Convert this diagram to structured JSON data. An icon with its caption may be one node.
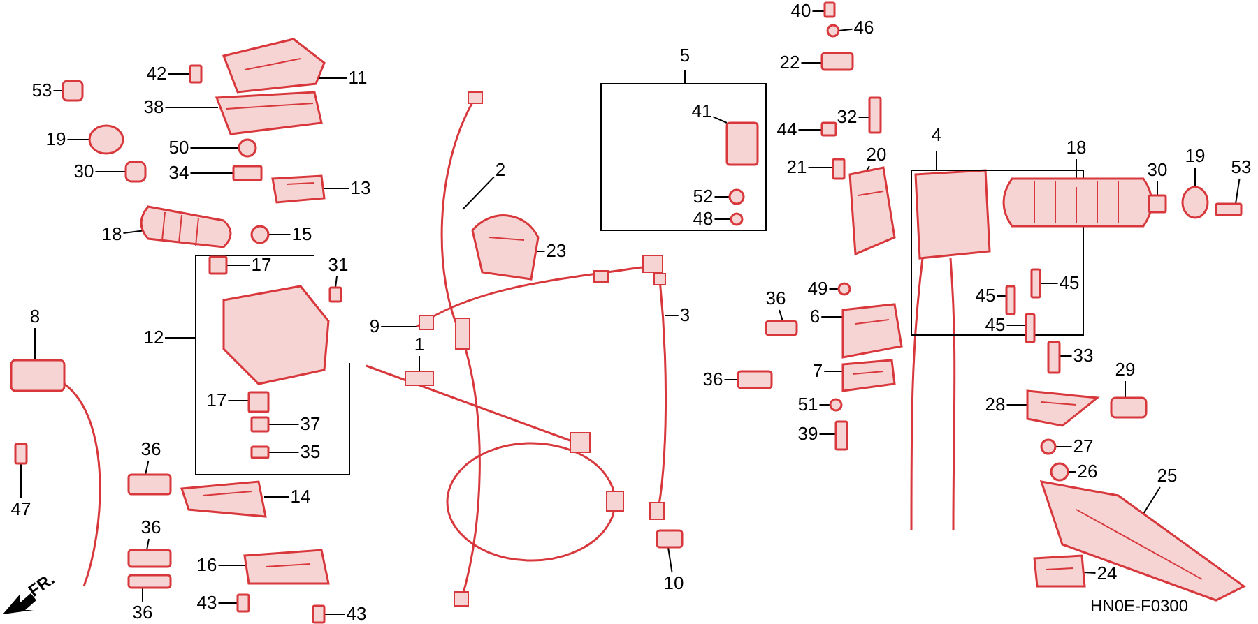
{
  "diagram": {
    "nodes": [
      {
        "text": [
          "42"
        ]
      },
      {
        "text": [
          "11"
        ]
      },
      {
        "text": [
          "53"
        ]
      },
      {
        "text": [
          "38"
        ]
      },
      {
        "text": [
          "19"
        ]
      },
      {
        "text": [
          "50"
        ]
      },
      {
        "text": [
          "30"
        ]
      },
      {
        "text": [
          "34"
        ]
      },
      {
        "text": [
          "13"
        ]
      },
      {
        "text": [
          "18"
        ]
      },
      {
        "text": [
          "15"
        ]
      },
      {
        "text": [
          "17"
        ]
      },
      {
        "text": [
          "31"
        ]
      },
      {
        "text": [
          "12"
        ]
      },
      {
        "text": [
          "17"
        ]
      },
      {
        "text": [
          "37"
        ]
      },
      {
        "text": [
          "35"
        ]
      },
      {
        "text": [
          "8"
        ]
      },
      {
        "text": [
          "47"
        ]
      },
      {
        "text": [
          "36"
        ]
      },
      {
        "text": [
          "14"
        ]
      },
      {
        "text": [
          "36"
        ]
      },
      {
        "text": [
          "36"
        ]
      },
      {
        "text": [
          "16"
        ]
      },
      {
        "text": [
          "43"
        ]
      },
      {
        "text": [
          "43"
        ]
      },
      {
        "text": [
          "2"
        ]
      },
      {
        "text": [
          "23"
        ]
      },
      {
        "text": [
          "1"
        ]
      },
      {
        "text": [
          "9"
        ]
      },
      {
        "text": [
          "3"
        ]
      },
      {
        "text": [
          "10"
        ]
      },
      {
        "text": [
          "5"
        ]
      },
      {
        "text": [
          "41"
        ]
      },
      {
        "text": [
          "52"
        ]
      },
      {
        "text": [
          "48"
        ]
      },
      {
        "text": [
          "40"
        ]
      },
      {
        "text": [
          "46"
        ]
      },
      {
        "text": [
          "22"
        ]
      },
      {
        "text": [
          "32"
        ]
      },
      {
        "text": [
          "44"
        ]
      },
      {
        "text": [
          "20"
        ]
      },
      {
        "text": [
          "21"
        ]
      },
      {
        "text": [
          "4"
        ]
      },
      {
        "text": [
          "18"
        ]
      },
      {
        "text": [
          "19"
        ]
      },
      {
        "text": [
          "30"
        ]
      },
      {
        "text": [
          "53"
        ]
      },
      {
        "text": [
          "49"
        ]
      },
      {
        "text": [
          "36"
        ]
      },
      {
        "text": [
          "6"
        ]
      },
      {
        "text": [
          "45"
        ]
      },
      {
        "text": [
          "45"
        ]
      },
      {
        "text": [
          "45"
        ]
      },
      {
        "text": [
          "7"
        ]
      },
      {
        "text": [
          "36"
        ]
      },
      {
        "text": [
          "33"
        ]
      },
      {
        "text": [
          "29"
        ]
      },
      {
        "text": [
          "51"
        ]
      },
      {
        "text": [
          "39"
        ]
      },
      {
        "text": [
          "28"
        ]
      },
      {
        "text": [
          "27"
        ]
      },
      {
        "text": [
          "26"
        ]
      },
      {
        "text": [
          "25"
        ]
      },
      {
        "text": [
          "24"
        ]
      },
      {
        "text": [],
        "shape": "box"
      },
      {
        "text": [],
        "shape": "picture"
      },
      {
        "text": [],
        "shape": "box"
      },
      {
        "text": [],
        "shape": "picture"
      },
      {
        "text": [],
        "shape": "circle"
      },
      {
        "text": [],
        "shape": "circle"
      },
      {
        "text": [],
        "shape": "box"
      },
      {
        "text": [],
        "shape": "box"
      },
      {
        "text": [],
        "shape": "picture"
      },
      {
        "text": [],
        "shape": "picture"
      },
      {
        "text": [],
        "shape": "circle"
      },
      {
        "text": [],
        "shape": "box"
      },
      {
        "text": [],
        "shape": "box"
      },
      {
        "text": [],
        "shape": "box"
      },
      {
        "text": [],
        "shape": "box"
      },
      {
        "text": [],
        "shape": "box"
      },
      {
        "text": [],
        "shape": "box"
      },
      {
        "text": [],
        "shape": "box"
      },
      {
        "text": [],
        "shape": "box"
      },
      {
        "text": [],
        "shape": "picture"
      },
      {
        "text": [],
        "shape": "box"
      },
      {
        "text": [],
        "shape": "box"
      },
      {
        "text": [],
        "shape": "picture"
      },
      {
        "text": [],
        "shape": "box"
      },
      {
        "text": [],
        "shape": "box"
      },
      {
        "text": [],
        "shape": "picture"
      },
      {
        "text": [],
        "shape": "picture"
      },
      {
        "text": [],
        "shape": "picture"
      },
      {
        "text": [],
        "shape": "picture"
      },
      {
        "text": [],
        "shape": "picture"
      },
      {
        "text": [],
        "shape": "box"
      },
      {
        "text": [],
        "shape": "box"
      },
      {
        "text": [],
        "shape": "circle"
      },
      {
        "text": [],
        "shape": "circle"
      },
      {
        "text": [],
        "shape": "box"
      },
      {
        "text": [],
        "shape": "circle"
      },
      {
        "text": [],
        "shape": "box"
      },
      {
        "text": [],
        "shape": "box"
      },
      {
        "text": [],
        "shape": "box"
      },
      {
        "text": [],
        "shape": "picture"
      },
      {
        "text": [],
        "shape": "box"
      },
      {
        "text": [],
        "shape": "picture"
      },
      {
        "text": [],
        "shape": "circle"
      },
      {
        "text": [],
        "shape": "box"
      },
      {
        "text": [],
        "shape": "box"
      },
      {
        "text": [],
        "shape": "circle"
      },
      {
        "text": [],
        "shape": "box"
      },
      {
        "text": [],
        "shape": "picture"
      },
      {
        "text": [],
        "shape": "box"
      },
      {
        "text": [],
        "shape": "box"
      },
      {
        "text": [],
        "shape": "box"
      },
      {
        "text": [],
        "shape": "picture"
      },
      {
        "text": [],
        "shape": "box"
      },
      {
        "text": [],
        "shape": "box"
      },
      {
        "text": [],
        "shape": "box"
      },
      {
        "text": [],
        "shape": "circle"
      },
      {
        "text": [],
        "shape": "box"
      },
      {
        "text": [],
        "shape": "picture"
      },
      {
        "text": [],
        "shape": "circle"
      },
      {
        "text": [],
        "shape": "circle"
      },
      {
        "text": [],
        "shape": "picture"
      },
      {
        "text": [],
        "shape": "picture"
      }
    ],
    "edges": [
      {
        "from": 0,
        "to": 65,
        "arrow": "none"
      },
      {
        "from": 1,
        "to": 66,
        "arrow": "none"
      },
      {
        "from": 2,
        "to": 67,
        "arrow": "none"
      },
      {
        "from": 3,
        "to": 68,
        "arrow": "none"
      },
      {
        "from": 4,
        "to": 69,
        "arrow": "none"
      },
      {
        "from": 5,
        "to": 70,
        "arrow": "none"
      },
      {
        "from": 6,
        "to": 71,
        "arrow": "none"
      },
      {
        "from": 7,
        "to": 72,
        "arrow": "none"
      },
      {
        "from": 8,
        "to": 73,
        "arrow": "none"
      },
      {
        "from": 9,
        "to": 74,
        "arrow": "none"
      },
      {
        "from": 10,
        "to": 75,
        "arrow": "none"
      },
      {
        "from": 11,
        "to": 76,
        "arrow": "none"
      },
      {
        "from": 12,
        "to": 77,
        "arrow": "none"
      },
      {
        "from": 14,
        "to": 78,
        "arrow": "none"
      },
      {
        "from": 15,
        "to": 79,
        "arrow": "none"
      },
      {
        "from": 16,
        "to": 80,
        "arrow": "none"
      },
      {
        "from": 17,
        "to": 81,
        "arrow": "none"
      },
      {
        "from": 18,
        "to": 82,
        "arrow": "none"
      },
      {
        "from": 19,
        "to": 83,
        "arrow": "none"
      },
      {
        "from": 20,
        "to": 84,
        "arrow": "none"
      },
      {
        "from": 21,
        "to": 85,
        "arrow": "none"
      },
      {
        "from": 22,
        "to": 86,
        "arrow": "none"
      },
      {
        "from": 23,
        "to": 87,
        "arrow": "none"
      },
      {
        "from": 24,
        "to": 88,
        "arrow": "none"
      },
      {
        "from": 25,
        "to": 89,
        "arrow": "none"
      },
      {
        "from": 26,
        "to": 90,
        "arrow": "none"
      },
      {
        "from": 27,
        "to": 91,
        "arrow": "none"
      },
      {
        "from": 28,
        "to": 92,
        "arrow": "none"
      },
      {
        "from": 29,
        "to": 93,
        "arrow": "none"
      },
      {
        "from": 30,
        "to": 94,
        "arrow": "none"
      },
      {
        "from": 31,
        "to": 95,
        "arrow": "none"
      },
      {
        "from": 33,
        "to": 96,
        "arrow": "none"
      },
      {
        "from": 34,
        "to": 97,
        "arrow": "none"
      },
      {
        "from": 35,
        "to": 98,
        "arrow": "none"
      },
      {
        "from": 36,
        "to": 99,
        "arrow": "none"
      },
      {
        "from": 37,
        "to": 100,
        "arrow": "none"
      },
      {
        "from": 38,
        "to": 101,
        "arrow": "none"
      },
      {
        "from": 39,
        "to": 102,
        "arrow": "none"
      },
      {
        "from": 40,
        "to": 103,
        "arrow": "none"
      },
      {
        "from": 41,
        "to": 104,
        "arrow": "none"
      },
      {
        "from": 42,
        "to": 105,
        "arrow": "none"
      },
      {
        "from": 44,
        "to": 106,
        "arrow": "none"
      },
      {
        "from": 45,
        "to": 107,
        "arrow": "none"
      },
      {
        "from": 46,
        "to": 108,
        "arrow": "none"
      },
      {
        "from": 47,
        "to": 109,
        "arrow": "none"
      },
      {
        "from": 48,
        "to": 110,
        "arrow": "none"
      },
      {
        "from": 49,
        "to": 111,
        "arrow": "none"
      },
      {
        "from": 50,
        "to": 112,
        "arrow": "none"
      },
      {
        "from": 51,
        "to": 113,
        "arrow": "none"
      },
      {
        "from": 52,
        "to": 114,
        "arrow": "none"
      },
      {
        "from": 53,
        "to": 115,
        "arrow": "none"
      },
      {
        "from": 54,
        "to": 116,
        "arrow": "none"
      },
      {
        "from": 55,
        "to": 117,
        "arrow": "none"
      },
      {
        "from": 56,
        "to": 118,
        "arrow": "none"
      },
      {
        "from": 57,
        "to": 119,
        "arrow": "none"
      },
      {
        "from": 58,
        "to": 120,
        "arrow": "none"
      },
      {
        "from": 59,
        "to": 121,
        "arrow": "none"
      },
      {
        "from": 60,
        "to": 122,
        "arrow": "none"
      },
      {
        "from": 61,
        "to": 123,
        "arrow": "none"
      },
      {
        "from": 62,
        "to": 124,
        "arrow": "none"
      },
      {
        "from": 63,
        "to": 125,
        "arrow": "none"
      },
      {
        "from": 64,
        "to": 126,
        "arrow": "none"
      }
    ],
    "labels": [
      "FR.",
      "HN0E-F0300"
    ]
  }
}
